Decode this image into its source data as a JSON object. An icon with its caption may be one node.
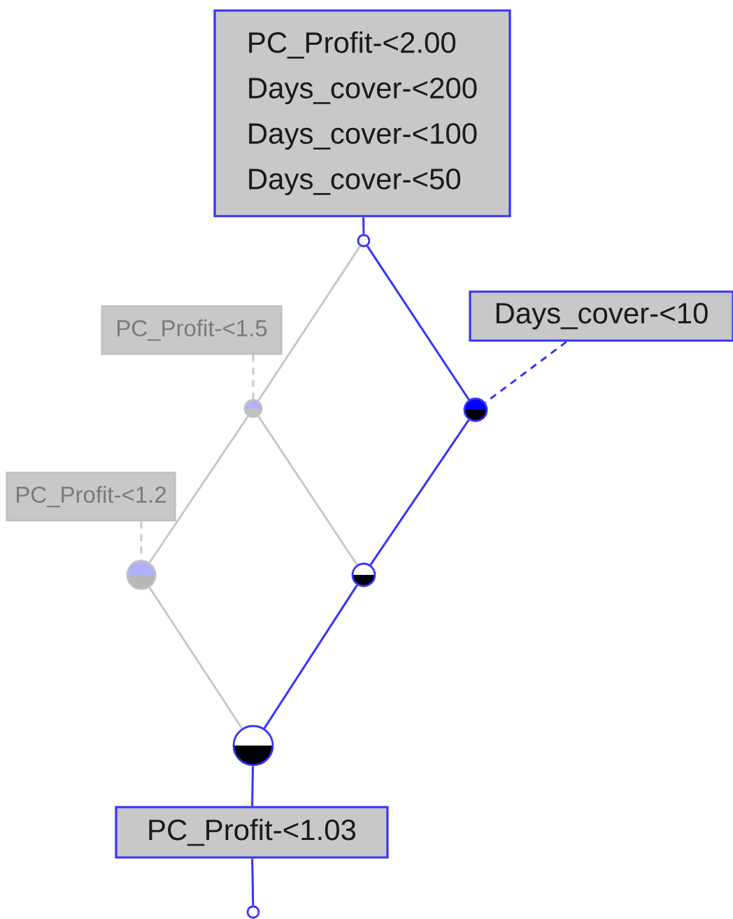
{
  "diagram": {
    "nodes": [
      {
        "text": [
          "PC_Profit-<2.00",
          "Days_cover-<200",
          "Days_cover-<100",
          "Days_cover-<50"
        ]
      },
      {
        "text": [],
        "shape": "circle"
      },
      {
        "text": [
          "PC_Profit-<1.5"
        ]
      },
      {
        "text": [],
        "shape": "circle"
      },
      {
        "text": [
          "Days_cover-<10"
        ]
      },
      {
        "text": [],
        "shape": "circle"
      },
      {
        "text": [
          "PC_Profit-<1.2"
        ]
      },
      {
        "text": [],
        "shape": "circle"
      },
      {
        "text": [],
        "shape": "circle"
      },
      {
        "text": [],
        "shape": "circle"
      },
      {
        "text": [
          "PC_Profit-<1.03"
        ]
      },
      {
        "text": [],
        "shape": "circle"
      }
    ],
    "edges": [
      {
        "from": 0,
        "to": 1,
        "arrow": "none"
      },
      {
        "from": 1,
        "to": 3,
        "arrow": "none",
        "color": "#c8c8c8"
      },
      {
        "from": 1,
        "to": 5,
        "arrow": "none"
      },
      {
        "from": 2,
        "to": 3,
        "arrow": "none",
        "style": "dashed",
        "color": "#c8c8c8"
      },
      {
        "from": 4,
        "to": 5,
        "arrow": "none",
        "style": "dashed"
      },
      {
        "from": 3,
        "to": 7,
        "arrow": "none",
        "color": "#c8c8c8"
      },
      {
        "from": 3,
        "to": 8,
        "arrow": "none",
        "color": "#c8c8c8"
      },
      {
        "from": 5,
        "to": 8,
        "arrow": "none"
      },
      {
        "from": 6,
        "to": 7,
        "arrow": "none",
        "style": "dashed",
        "color": "#c8c8c8"
      },
      {
        "from": 7,
        "to": 9,
        "arrow": "none",
        "color": "#c8c8c8"
      },
      {
        "from": 8,
        "to": 9,
        "arrow": "none"
      },
      {
        "from": 9,
        "to": 10,
        "arrow": "none"
      },
      {
        "from": 10,
        "to": 11,
        "arrow": "none"
      }
    ]
  }
}
